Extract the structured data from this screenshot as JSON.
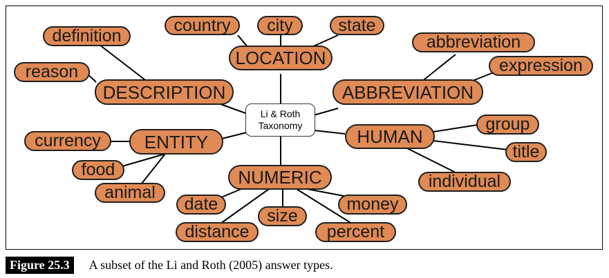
{
  "diagram": {
    "center": {
      "line1": "Li & Roth",
      "line2": "Taxonomy"
    },
    "categories": {
      "location": "LOCATION",
      "description": "DESCRIPTION",
      "abbreviation": "ABBREVIATION",
      "entity": "ENTITY",
      "human": "HUMAN",
      "numeric": "NUMERIC"
    },
    "leaves": {
      "country": "country",
      "city": "city",
      "state": "state",
      "definition": "definition",
      "reason": "reason",
      "abbreviation": "abbreviation",
      "expression": "expression",
      "currency": "currency",
      "food": "food",
      "animal": "animal",
      "group": "group",
      "title": "title",
      "individual": "individual",
      "date": "date",
      "size": "size",
      "distance": "distance",
      "money": "money",
      "percent": "percent"
    },
    "colors": {
      "node_fill": "#e08a55",
      "border": "#1f1f1f",
      "line": "#000000"
    }
  },
  "caption": {
    "label": "Figure 25.3",
    "text": "A subset of the Li and Roth (2005) answer types."
  }
}
